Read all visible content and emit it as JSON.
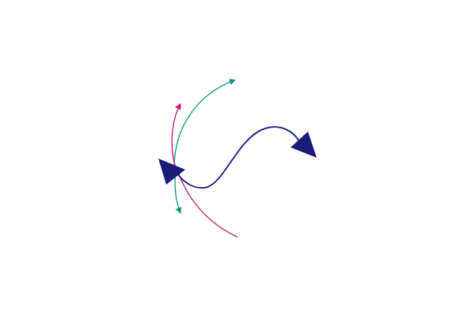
{
  "diagram": {
    "type": "arrow-arcs",
    "background": "#ffffff",
    "colors": {
      "navy": "#1b1b7a",
      "teal": "#0e9688",
      "magenta": "#c4166e"
    },
    "edges": [
      {
        "id": "navy-s-curve",
        "color_key": "navy",
        "heads": [
          "start",
          "end"
        ],
        "head_size": "large"
      },
      {
        "id": "teal-arc-upper",
        "color_key": "teal",
        "heads": [
          "end"
        ],
        "head_size": "small"
      },
      {
        "id": "magenta-arc-upper",
        "color_key": "magenta",
        "heads": [
          "end"
        ],
        "head_size": "small"
      },
      {
        "id": "teal-arc-lower",
        "color_key": "teal",
        "heads": [
          "end"
        ],
        "head_size": "small"
      },
      {
        "id": "magenta-arc-lower",
        "color_key": "magenta",
        "heads": [],
        "head_size": "none"
      }
    ]
  }
}
